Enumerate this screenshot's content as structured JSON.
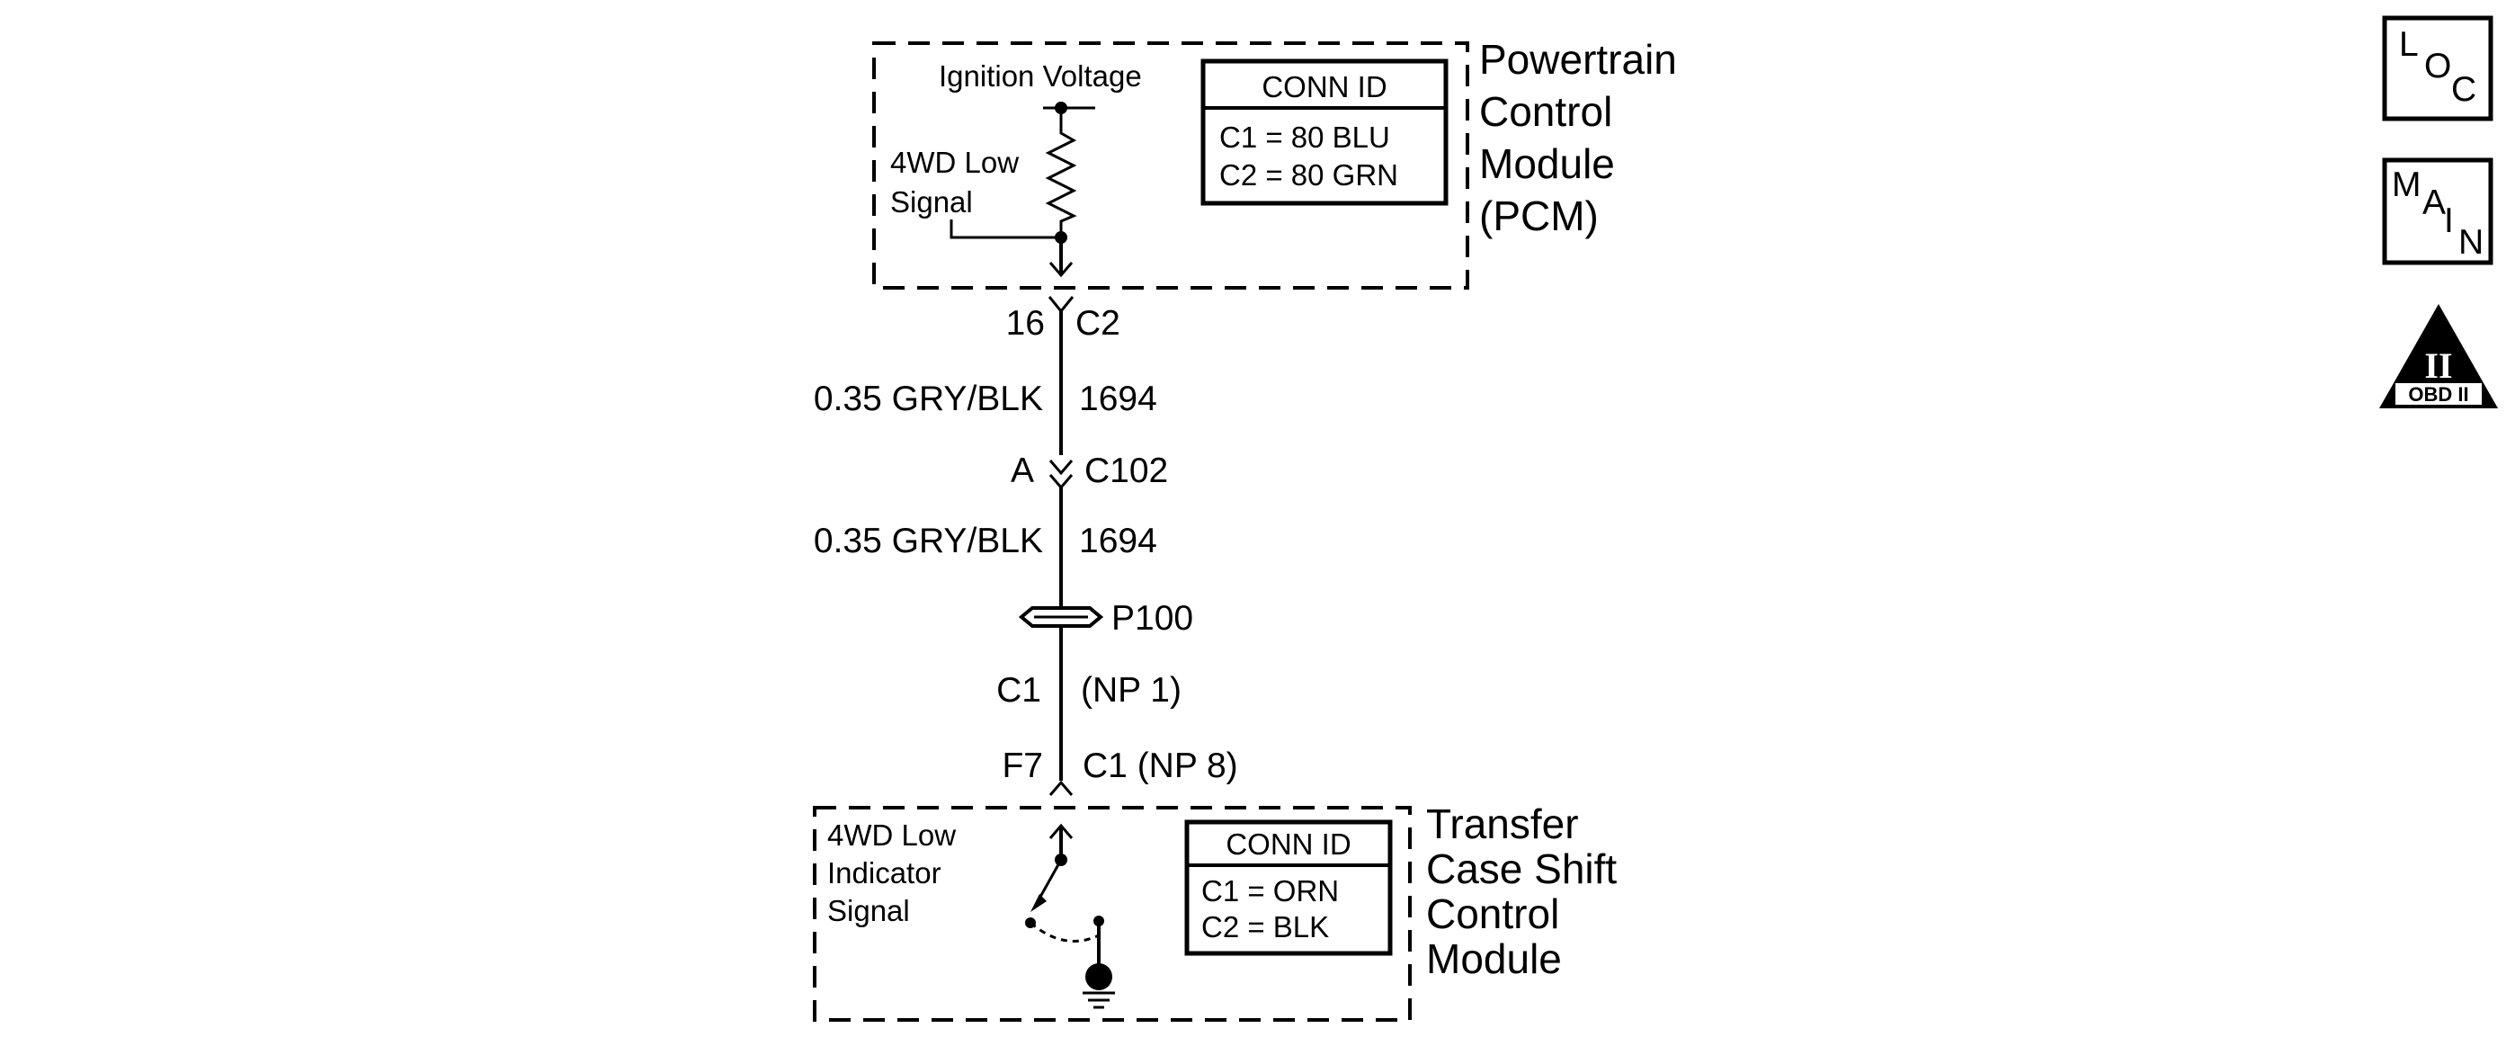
{
  "pcm": {
    "name_lines": [
      "Powertrain",
      "Control",
      "Module",
      "(PCM)"
    ],
    "ignition_label": "Ignition Voltage",
    "signal_lines": [
      "4WD Low",
      "Signal"
    ],
    "conn_id": {
      "title": "CONN ID",
      "rows": [
        "C1 = 80 BLU",
        "C2 = 80 GRN"
      ]
    }
  },
  "connector_pcm": {
    "pin": "16",
    "id": "C2"
  },
  "wire_1": {
    "gauge_color": "0.35 GRY/BLK",
    "circuit": "1694"
  },
  "connector_inline": {
    "pin": "A",
    "id": "C102"
  },
  "wire_2": {
    "gauge_color": "0.35 GRY/BLK",
    "circuit": "1694"
  },
  "splice": {
    "id": "P100"
  },
  "wire_3": {
    "left": "C1",
    "right": "(NP 1)"
  },
  "connector_tcscm": {
    "pin": "F7",
    "id": "C1 (NP 8)"
  },
  "tcscm": {
    "name_lines": [
      "Transfer",
      "Case Shift",
      "Control",
      "Module"
    ],
    "indicator_lines": [
      "4WD Low",
      "Indicator",
      "Signal"
    ],
    "conn_id": {
      "title": "CONN ID",
      "rows": [
        "C1 = ORN",
        "C2 = BLK"
      ]
    }
  },
  "nav_icons": {
    "loc": {
      "letters": [
        "L",
        "O",
        "C"
      ],
      "icon": "loc-icon"
    },
    "main": {
      "letters": [
        "M",
        "A",
        "I",
        "N"
      ],
      "icon": "main-icon"
    },
    "obd": {
      "numeral": "II",
      "label": "OBD II",
      "icon": "obd-ii-icon"
    }
  }
}
